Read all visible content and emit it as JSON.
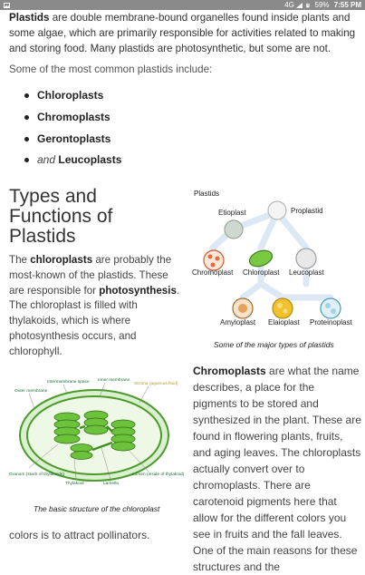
{
  "status_bar": {
    "app_icon": "image-icon",
    "signal_label": "4G",
    "battery": "59%",
    "time": "7:55 PM"
  },
  "intro": {
    "term": "Plastids",
    "text": " are double membrane-bound organelles found inside plants and some algae, which are primarily responsible for activities related to making and storing food. Many plastids are photosynthetic, but some are not."
  },
  "list_intro": "Some of the most common plastids include:",
  "plastid_list": {
    "item1": "Chloroplasts",
    "item2": "Chromoplasts",
    "item3": "Gerontoplasts",
    "item4_prefix": "and",
    "item4": "Leucoplasts"
  },
  "section_heading": "Types and Functions of Plastids",
  "chloroplast_para": {
    "t1": "The ",
    "b1": "chloroplasts",
    "t2": " are probably the most-known of the plastids. These are responsible for ",
    "b2": "photosynthesis",
    "t3": ". The chloroplast is filled with thylakoids, which is where photosynthesis occurs, and chlorophyll."
  },
  "types_diagram": {
    "title": "Plastids",
    "etioplast": "Etioplast",
    "proplastid": "Proplastid",
    "chromoplast": "Chromoplast",
    "chloroplast": "Chloroplast",
    "leucoplast": "Leucoplast",
    "amyloplast": "Amyloplast",
    "elaioplast": "Elaioplast",
    "proteinoplast": "Proteinoplast",
    "caption": "Some of the major types of plastids",
    "colors": {
      "path": "#dce8f4",
      "chloroplast": "#7ac943",
      "elaioplast": "#f2c12e",
      "amyloplast": "#e3a15a",
      "chromoplast": "#e86a3a"
    }
  },
  "chloroplast_diagram": {
    "outer_membrane": "Outer membrane",
    "intermembrane_space": "Intermembrane space",
    "inner_membrane": "Inner membrane",
    "stroma": "Stroma (aqueous fluid)",
    "granum": "Granum (stack of thylakoids)",
    "thylakoid": "Thylakoid",
    "lamella": "Lamella",
    "lumen": "Lumen (inside of thylakoid)",
    "caption": "The basic structure of the chloroplast"
  },
  "chromoplast_para": {
    "b1": "Chromoplasts",
    "t1": " are what the name describes, a place for the pigments to be stored and synthesized in the plant. These are found in flowering plants, fruits, and aging leaves. The chloroplasts actually convert over to chromoplasts. There are carotenoid pigments here that allow for the different colors you see in fruits and the fall leaves. One of the main reasons for these structures and the"
  },
  "continuation": "colors is to attract pollinators."
}
